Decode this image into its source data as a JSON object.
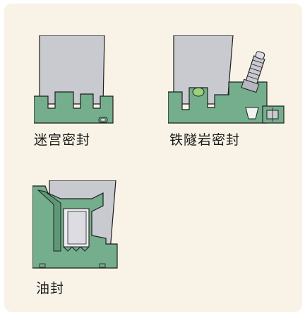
{
  "colors": {
    "panel_background": "#f8f3e6",
    "seal_green": "#74ae8c",
    "shaft_gray": "#c9c9d0",
    "outline": "#1f1f1f"
  },
  "seals": [
    {
      "label": "迷宫密封"
    },
    {
      "label": "铁隧岩密封"
    },
    {
      "label": "油封"
    }
  ]
}
